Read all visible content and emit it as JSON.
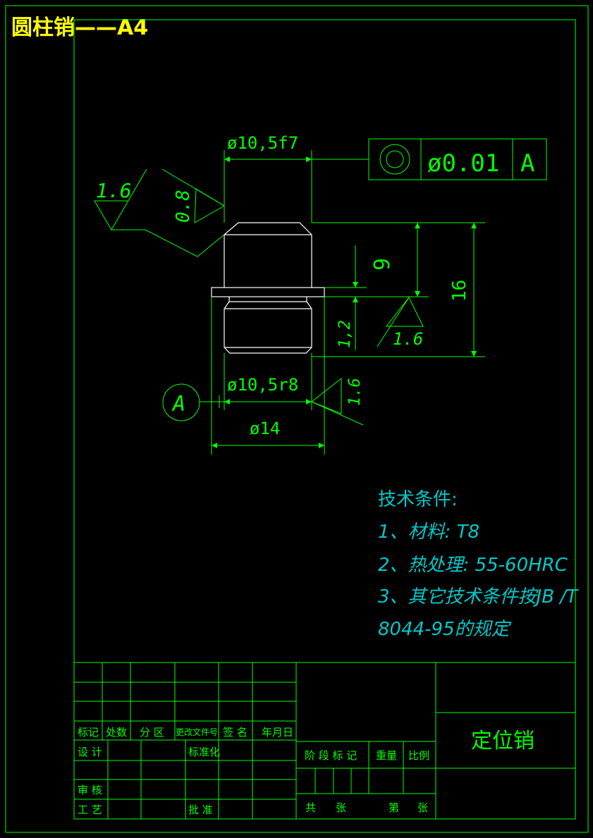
{
  "title": "圆柱销——A4",
  "drawing": {
    "dim_top_diameter": "ø10,5f7",
    "tolerance_frame": {
      "symbol": "concentricity",
      "value": "ø0.01",
      "datum": "A"
    },
    "roughness_left_outer": "1.6",
    "roughness_left_inner": "0.8",
    "dim_height_upper": "9",
    "dim_height_total": "16",
    "dim_flange": "1,2",
    "roughness_right": "1.6",
    "dim_bottom_diameter": "ø10,5r8",
    "roughness_bottom": "1.6",
    "datum_label": "A",
    "dim_flange_diameter": "ø14"
  },
  "technical_notes": {
    "heading": "技术条件:",
    "lines": [
      "1、材料: T8",
      "2、热处理: 55-60HRC",
      "3、其它技术条件按JB /T",
      "8044-95的规定"
    ]
  },
  "title_block": {
    "labels": {
      "mark": "标记",
      "count": "处数",
      "zone": "分 区",
      "change_doc": "更改文件号",
      "signature": "签 名",
      "date": "年月日",
      "design": "设 计",
      "standardize": "标准化",
      "review": "审 核",
      "process": "工 艺",
      "approve": "批 准",
      "stage_mark": "阶 段 标 记",
      "weight": "重量",
      "scale": "比例",
      "total": "共",
      "sheets1": "张",
      "sheet_no": "第",
      "sheets2": "张"
    },
    "part_name": "定位销"
  }
}
